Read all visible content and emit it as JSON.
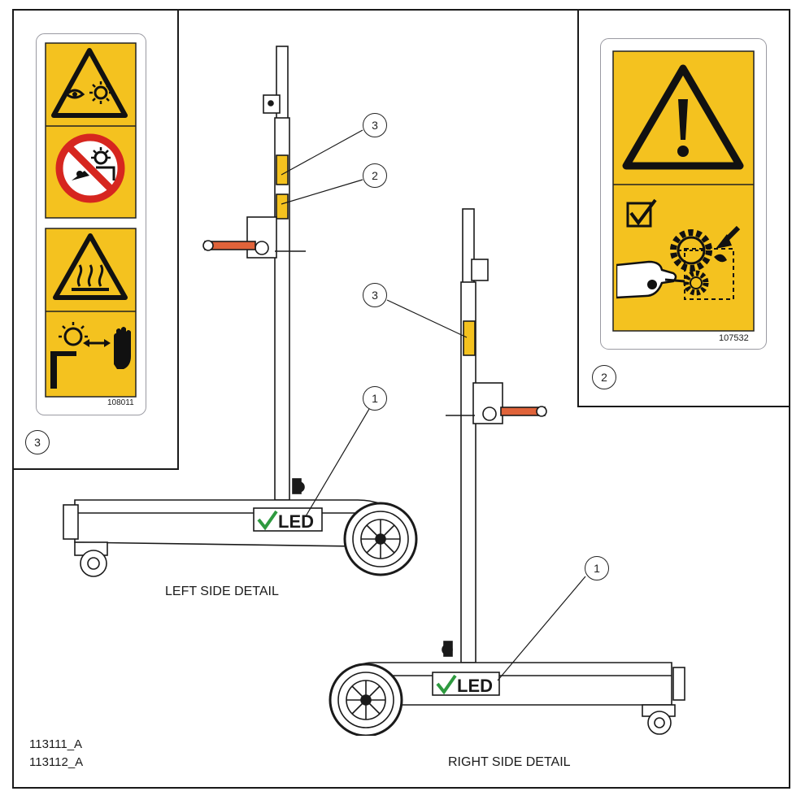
{
  "drawing_ids": [
    "113111_A",
    "113112_A"
  ],
  "views": {
    "left": {
      "caption": "LEFT SIDE DETAIL"
    },
    "right": {
      "caption": "RIGHT SIDE DETAIL"
    }
  },
  "brand_label": "LED",
  "callouts": {
    "c1": "1",
    "c2": "2",
    "c3": "3"
  },
  "decals": {
    "decal_3": {
      "part_number": "108011",
      "callout": "3"
    },
    "decal_2": {
      "part_number": "107532",
      "callout": "2"
    }
  },
  "colors": {
    "warning_yellow": "#f4c21f",
    "prohibition_red": "#d6261f",
    "handle_orange": "#e0633a",
    "line": "#1a1a1a",
    "logo_green": "#2e9a3f"
  },
  "icons": [
    "eye-sun-warning-icon",
    "no-looking-at-light-icon",
    "hot-surface-warning-icon",
    "hot-lamp-keep-hand-away-icon",
    "general-warning-icon",
    "crush-gear-hazard-icon"
  ]
}
